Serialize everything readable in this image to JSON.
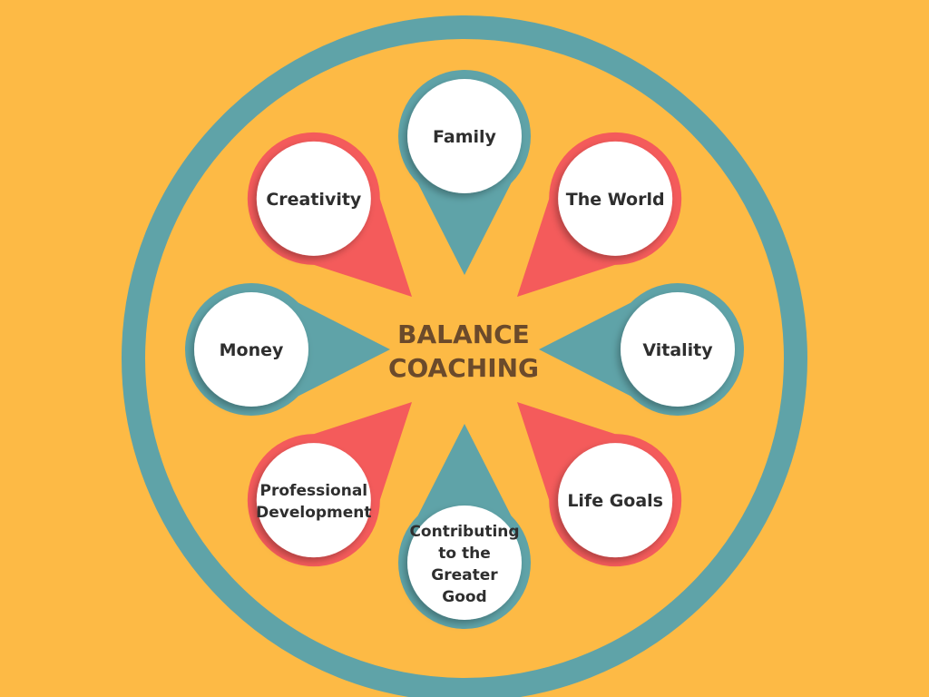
{
  "diagram": {
    "title_lines": [
      "BALANCE",
      "COACHING"
    ],
    "colors": {
      "background": "#FDBA45",
      "ring": "#5FA3A8",
      "coral": "#F45B5B",
      "teal": "#5FA3A8",
      "bubble": "#FFFFFF",
      "title": "#6B4A2B",
      "label": "#2E2E2E"
    },
    "nodes": [
      {
        "id": "family",
        "lines": [
          "Family"
        ],
        "color": "teal"
      },
      {
        "id": "the-world",
        "lines": [
          "The World"
        ],
        "color": "coral"
      },
      {
        "id": "vitality",
        "lines": [
          "Vitality"
        ],
        "color": "teal"
      },
      {
        "id": "life-goals",
        "lines": [
          "Life Goals"
        ],
        "color": "coral"
      },
      {
        "id": "contributing",
        "lines": [
          "Contributing",
          "to the",
          "Greater",
          "Good"
        ],
        "color": "teal"
      },
      {
        "id": "professional-development",
        "lines": [
          "Professional",
          "Development"
        ],
        "color": "coral"
      },
      {
        "id": "money",
        "lines": [
          "Money"
        ],
        "color": "teal"
      },
      {
        "id": "creativity",
        "lines": [
          "Creativity"
        ],
        "color": "coral"
      }
    ]
  }
}
